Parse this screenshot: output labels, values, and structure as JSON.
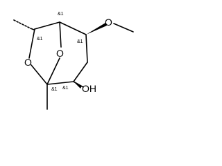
{
  "molecule": {
    "atoms": {
      "o_ring_left": "O",
      "o_bridge": "O",
      "o_methoxy": "O",
      "hydroxyl": "OH"
    },
    "stereo_label": "&1"
  },
  "colors": {
    "bond": "#000000",
    "text": "#000000",
    "background": "#ffffff"
  }
}
